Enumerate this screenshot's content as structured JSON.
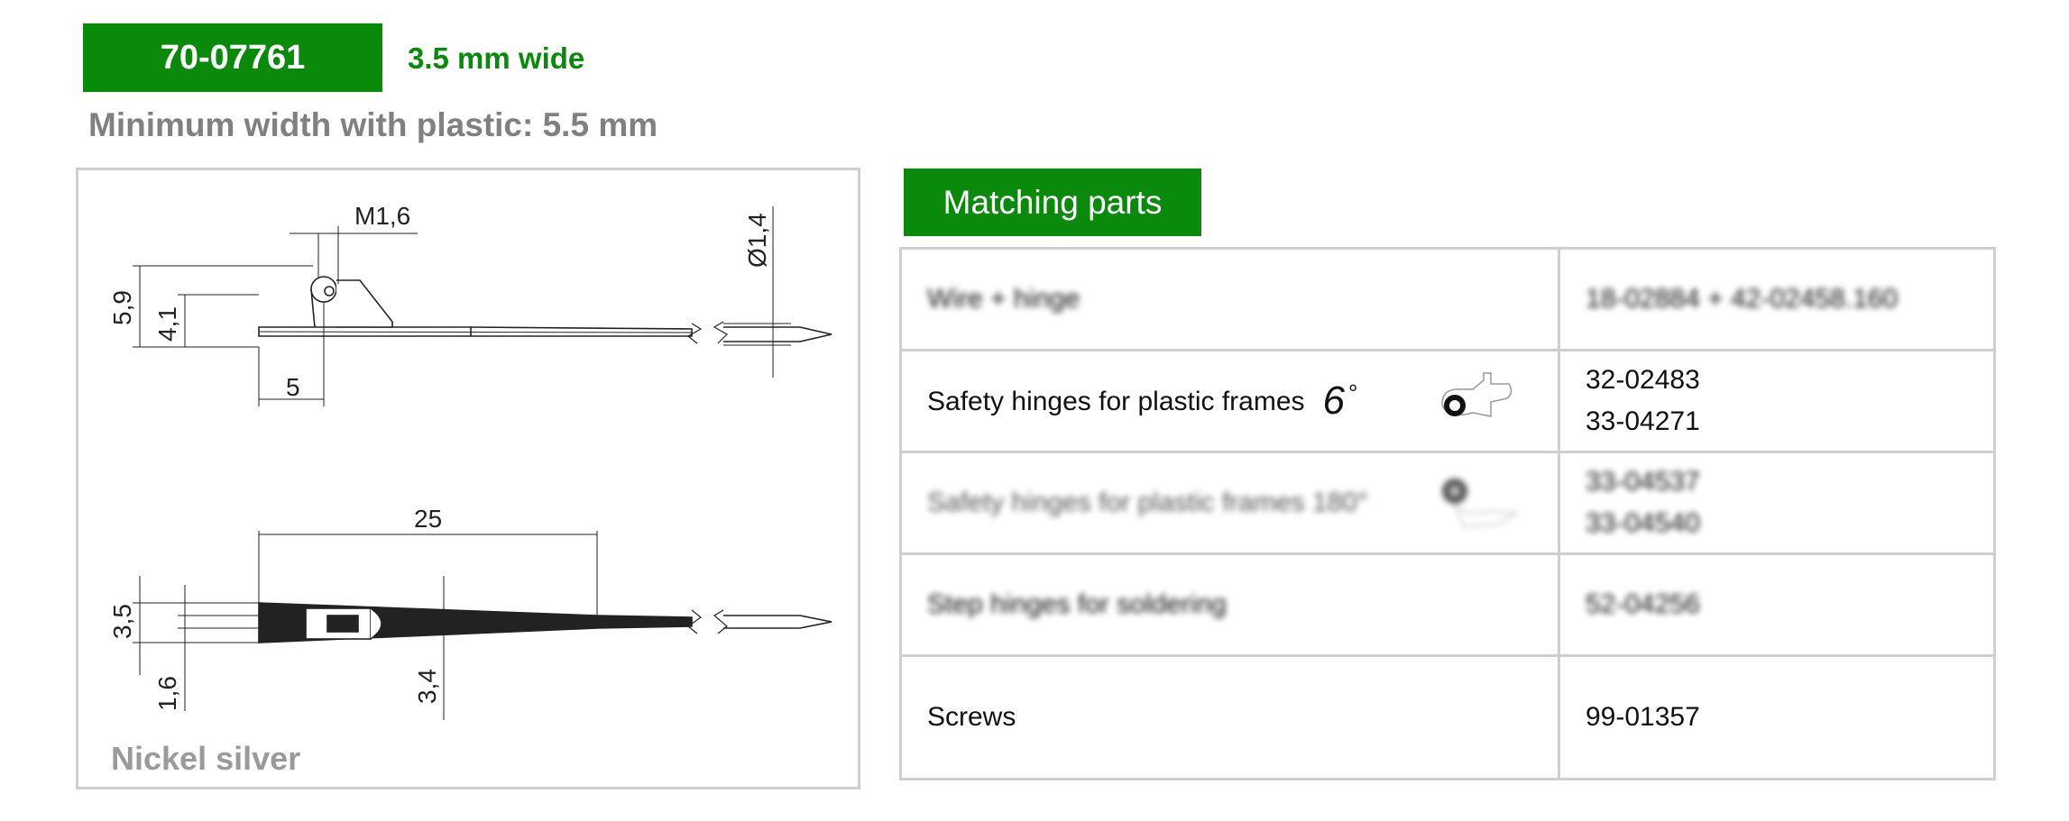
{
  "header": {
    "part_number": "70-07761",
    "width": "3.5 mm wide",
    "min_width": "Minimum width with plastic: 5.5 mm"
  },
  "drawing": {
    "dim_thread": "M1,6",
    "dim_diameter": "Ø1,4",
    "dim_height_total": "5,9",
    "dim_height_hinge": "4,1",
    "dim_offset": "5",
    "dim_length": "25",
    "dim_width": "3,5",
    "dim_thickness_a": "1,6",
    "dim_thickness_b": "3,4",
    "material": "Nickel silver"
  },
  "matching": {
    "title": "Matching parts",
    "rows": [
      {
        "name": "Wire + hinge",
        "parts": [
          "18-02884 + 42-02458.160"
        ],
        "blurred": true
      },
      {
        "name": "Safety hinges for plastic frames",
        "degree": "6",
        "degree_mark": "°",
        "icon": "safety-hinge-icon",
        "parts": [
          "32-02483",
          "33-04271"
        ],
        "blurred": false
      },
      {
        "name": "Safety hinges for plastic frames 180°",
        "icon": "safety-hinge-180-icon",
        "parts": [
          "33-04537",
          "33-04540"
        ],
        "blurred": true
      },
      {
        "name": "Step hinges for soldering",
        "parts": [
          "52-04256"
        ],
        "blurred": true
      },
      {
        "name": "Screws",
        "parts": [
          "99-01357"
        ],
        "blurred": false
      }
    ]
  },
  "colors": {
    "brand_green": "#0a8a0a",
    "label_gray": "#808080",
    "border_gray": "#cfcfcf"
  }
}
